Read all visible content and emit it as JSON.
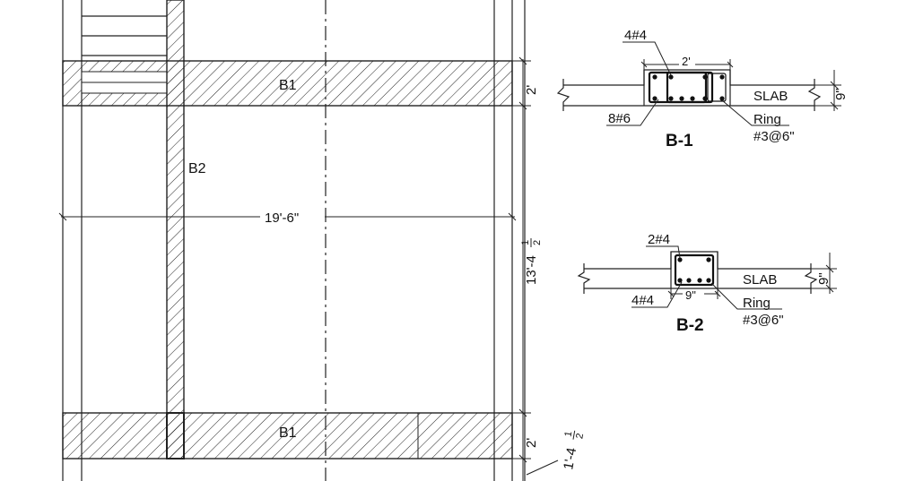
{
  "plan": {
    "beam_b1_top_label": "B1",
    "beam_b1_bottom_label": "B1",
    "beam_b2_label": "B2",
    "span_dimension": "19'-6\"",
    "right_height_dim": "13'-4",
    "right_height_frac_num": "1",
    "right_height_frac_den": "2",
    "b1_depth_top_dim": "2'",
    "b1_depth_bottom_dim": "2'",
    "edge_dim": "1'-4",
    "edge_frac_num": "1",
    "edge_frac_den": "2"
  },
  "section_b1": {
    "title": "B-1",
    "top_bars": "4#4",
    "bottom_bars": "8#6",
    "width": "2'",
    "slab_label": "SLAB",
    "slab_thickness": "9\"",
    "ring_label": "Ring",
    "ring_spacing": "#3@6\""
  },
  "section_b2": {
    "title": "B-2",
    "top_bars": "2#4",
    "bottom_bars": "4#4",
    "width": "9\"",
    "slab_label": "SLAB",
    "slab_thickness": "9\"",
    "ring_label": "Ring",
    "ring_spacing": "#3@6\""
  }
}
